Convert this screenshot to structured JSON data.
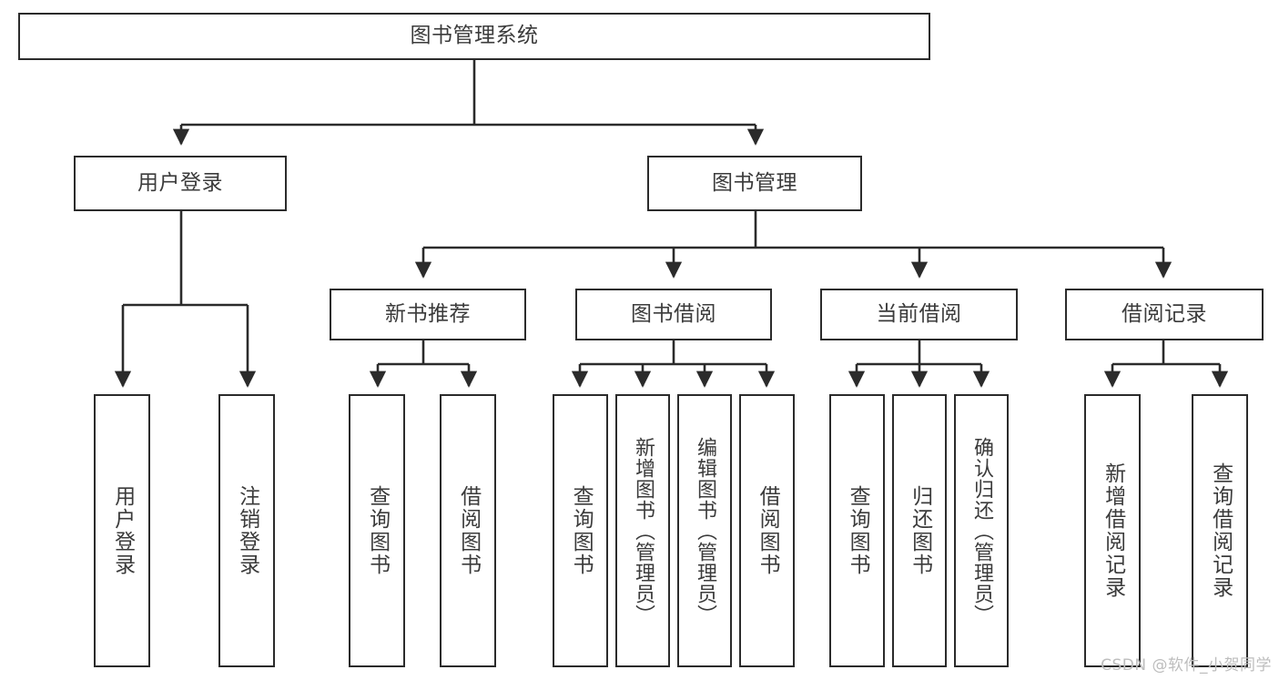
{
  "diagram": {
    "title": "图书管理系统",
    "type": "tree-hierarchy-diagram",
    "colors": {
      "stroke": "#2b2b2b",
      "fill": "#ffffff",
      "text": "#3b3b3b",
      "watermark": "#bdbdbd"
    },
    "root": {
      "label": "图书管理系统"
    },
    "level2": [
      {
        "label": "用户登录"
      },
      {
        "label": "图书管理"
      }
    ],
    "level3": [
      {
        "label": "新书推荐"
      },
      {
        "label": "图书借阅"
      },
      {
        "label": "当前借阅"
      },
      {
        "label": "借阅记录"
      }
    ],
    "leaves": {
      "user_login": [
        {
          "label": "用户登录"
        },
        {
          "label": "注销登录"
        }
      ],
      "new_book": [
        {
          "label": "查询图书"
        },
        {
          "label": "借阅图书"
        }
      ],
      "book_borrow": [
        {
          "label": "查询图书"
        },
        {
          "label": "新增图书（管理员）"
        },
        {
          "label": "编辑图书（管理员）"
        },
        {
          "label": "借阅图书"
        }
      ],
      "current_borrow": [
        {
          "label": "查询图书"
        },
        {
          "label": "归还图书"
        },
        {
          "label": "确认归还（管理员）"
        }
      ],
      "borrow_record": [
        {
          "label": "新增借阅记录"
        },
        {
          "label": "查询借阅记录"
        }
      ]
    },
    "watermark": "CSDN @软件_小贺同学"
  }
}
